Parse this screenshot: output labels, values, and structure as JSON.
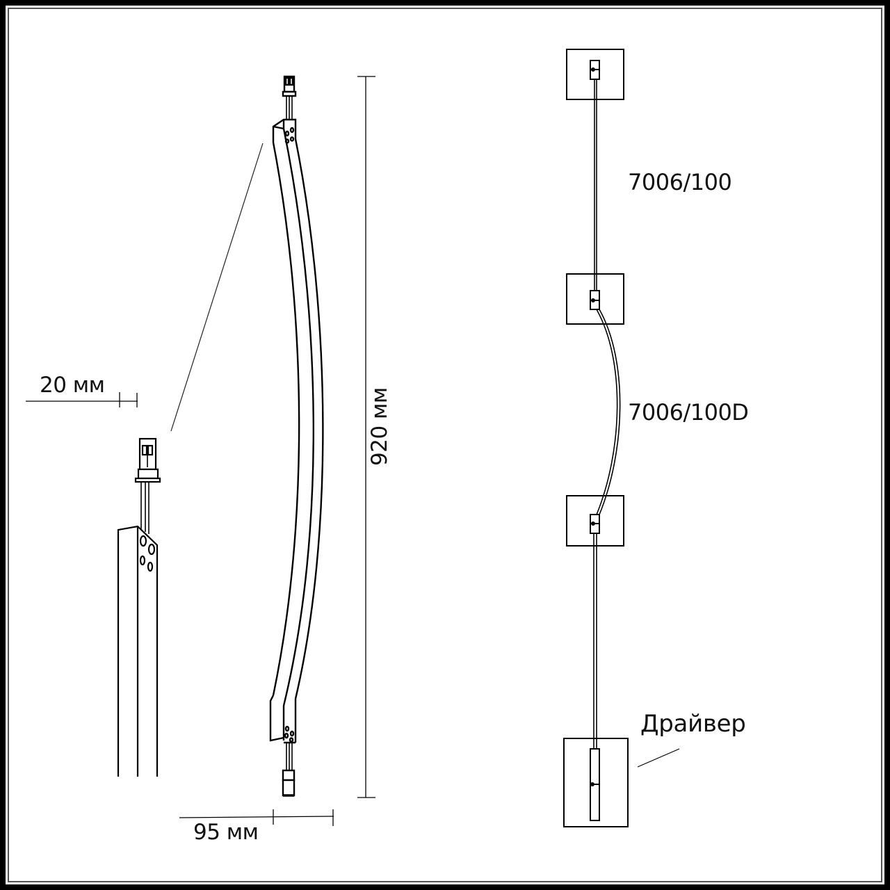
{
  "diagram": {
    "type": "technical-line-drawing",
    "subject": "curved LED wall lamp with modular connectors",
    "dimensions": {
      "width_detail": "20 мм",
      "depth": "95 мм",
      "height": "920 мм"
    },
    "modules": [
      {
        "id": "module-straight",
        "label": "7006/100"
      },
      {
        "id": "module-curved",
        "label": "7006/100D"
      }
    ],
    "driver": {
      "label": "Драйвер"
    },
    "colors": {
      "line": "#000000",
      "frame": "#000000",
      "frame_inner": "#555555",
      "background": "#ffffff"
    }
  }
}
